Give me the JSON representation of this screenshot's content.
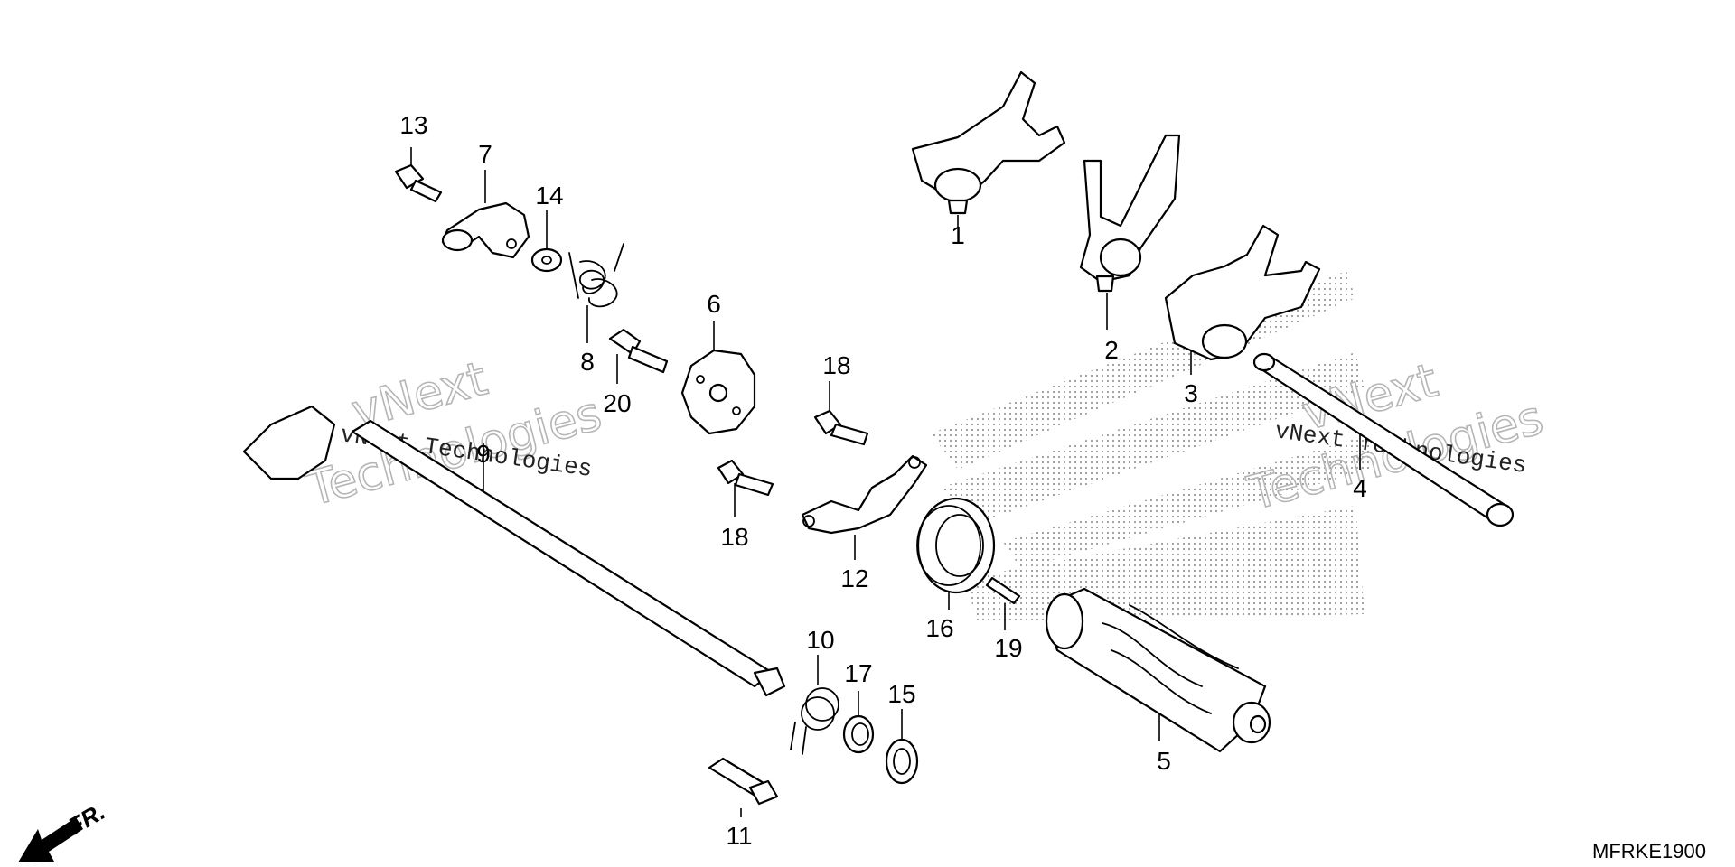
{
  "diagram": {
    "code": "MFRKE1900",
    "front_indicator": "FR.",
    "watermark": {
      "line1": "vNext",
      "line2": "Technologies",
      "caption": "vNext Technologies"
    },
    "callouts": [
      "1",
      "2",
      "3",
      "4",
      "5",
      "6",
      "7",
      "8",
      "9",
      "10",
      "11",
      "12",
      "13",
      "14",
      "15",
      "16",
      "17",
      "18",
      "19",
      "20"
    ]
  },
  "colors": {
    "ink": "#000000",
    "paper": "#ffffff",
    "watermark": "#b5b5b5",
    "stipple": "#9a9a9a"
  }
}
